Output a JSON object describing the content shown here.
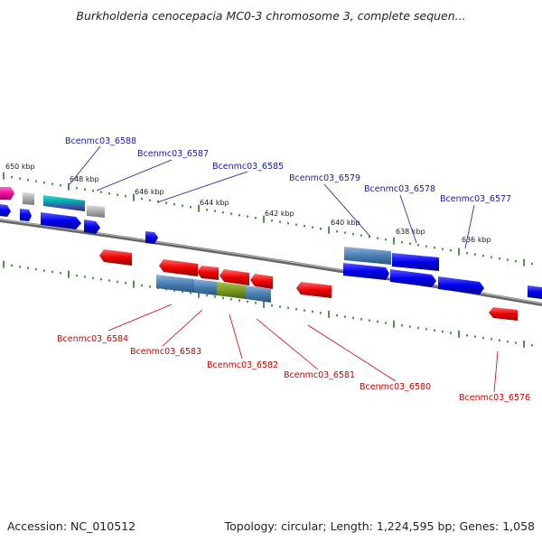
{
  "title": "Burkholderia cenocepacia MC0-3 chromosome 3, complete sequen...",
  "footer": {
    "accession": "Accession: NC_010512",
    "summary": "Topology: circular; Length: 1,224,595 bp; Genes: 1,058"
  },
  "colors": {
    "forward": "#0000ee",
    "reverse": "#ee0000",
    "forward_label": "#1a1aa6",
    "reverse_label": "#cc0000",
    "tick": "#1f7a1f",
    "backbone": "#888888"
  },
  "kbp_labels": [
    "650 kbp",
    "648 kbp",
    "646 kbp",
    "644 kbp",
    "642 kbp",
    "640 kbp",
    "638 kbp",
    "636 kbp"
  ],
  "forward_genes": [
    "Bcenmc03_6588",
    "Bcenmc03_6587",
    "Bcenmc03_6585",
    "Bcenmc03_6579",
    "Bcenmc03_6578",
    "Bcenmc03_6577"
  ],
  "reverse_genes": [
    "Bcenmc03_6584",
    "Bcenmc03_6583",
    "Bcenmc03_6582",
    "Bcenmc03_6581",
    "Bcenmc03_6580",
    "Bcenmc03_6576"
  ]
}
